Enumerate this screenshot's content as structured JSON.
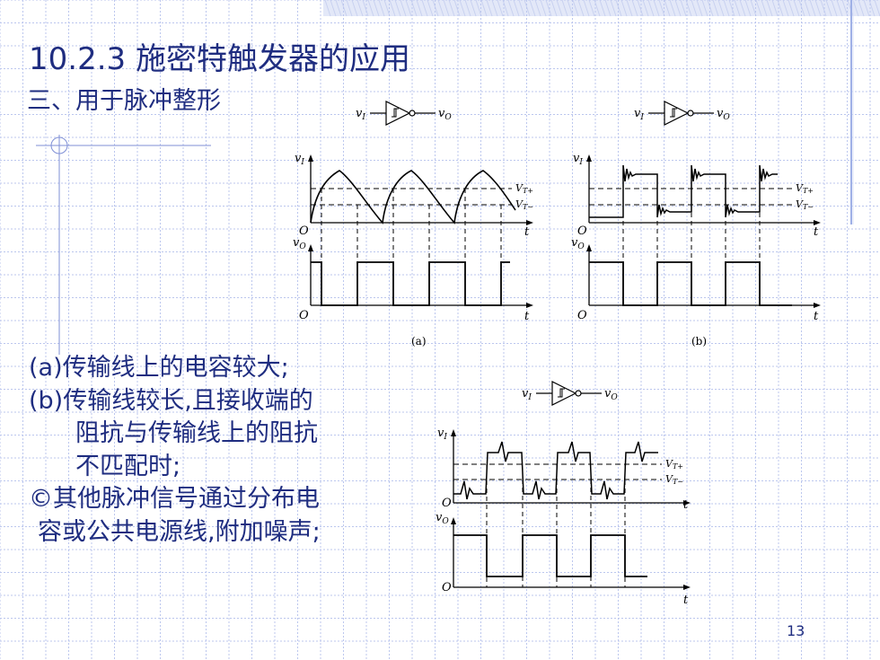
{
  "slide": {
    "title": "10.2.3 施密特触发器的应用",
    "subtitle": "三、用于脉冲整形",
    "page_number": "13"
  },
  "description": {
    "lines": [
      "(a)传输线上的电容较大;",
      "(b)传输线较长,且接收端的",
      "阻抗与传输线上的阻抗",
      "不匹配时;",
      "©其他脉冲信号通过分布电",
      "容或公共电源线,附加噪声;"
    ]
  },
  "diagram_labels": {
    "input": "v",
    "input_sub": "I",
    "output": "v",
    "output_sub": "O",
    "origin": "O",
    "time": "t",
    "vt_plus": "V",
    "vt_plus_sub": "T+",
    "vt_minus": "V",
    "vt_minus_sub": "T−",
    "panel_a": "(a)",
    "panel_b": "(b)"
  },
  "colors": {
    "text": "#1f2d80",
    "grid": "#bcc7ee",
    "wave": "#000000"
  }
}
